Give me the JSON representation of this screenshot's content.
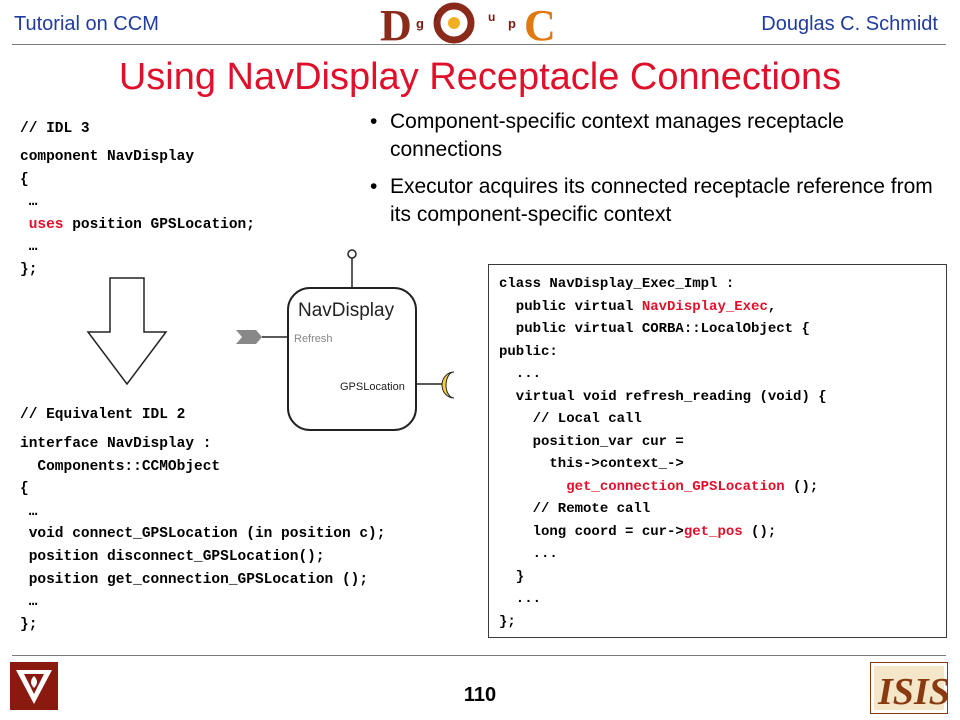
{
  "header": {
    "left": "Tutorial on CCM",
    "right": "Douglas C. Schmidt",
    "logo_text": "DOC group"
  },
  "title": "Using NavDisplay Receptacle Connections",
  "idl3": {
    "comment": "// IDL 3",
    "line1": "component NavDisplay",
    "line2": "{",
    "line3": " …",
    "line4_keyword": "uses",
    "line4_rest": " position GPSLocation;",
    "line5": " …",
    "line6": "};"
  },
  "idl2": {
    "comment": "// Equivalent IDL 2",
    "lines": [
      "interface NavDisplay :",
      "  Components::CCMObject",
      "{",
      " …",
      " void connect_GPSLocation (in position c);",
      " position disconnect_GPSLocation();",
      " position get_connection_GPSLocation ();",
      " …",
      "};"
    ]
  },
  "bullets": [
    "Component-specific context manages receptacle connections",
    "Executor acquires its connected receptacle reference from its component-specific context"
  ],
  "component_diagram": {
    "name": "NavDisplay",
    "facet_label": "Refresh",
    "receptacle_label": "GPSLocation"
  },
  "exec_code": {
    "l1": "class NavDisplay_Exec_Impl :",
    "l2a": "  public virtual ",
    "l2b": "NavDisplay_Exec",
    "l2c": ",",
    "l3": "  public virtual CORBA::LocalObject {",
    "l4": "public:",
    "l5": "  ...",
    "l6": "  virtual void refresh_reading (void) {",
    "l7": "    // Local call",
    "l8": "    position_var cur =",
    "l9": "      this->context_->",
    "l10a": "        ",
    "l10b": "get_connection_GPSLocation",
    "l10c": " ();",
    "l11": "    // Remote call",
    "l12a": "    long coord = cur->",
    "l12b": "get_pos",
    "l12c": " ();",
    "l13": "    ...",
    "l14": "  }",
    "l15": "  ...",
    "l16": "};"
  },
  "page_number": "110",
  "colors": {
    "title": "#e0102b",
    "header": "#1f3c9e",
    "keyword": "#e0102b"
  }
}
